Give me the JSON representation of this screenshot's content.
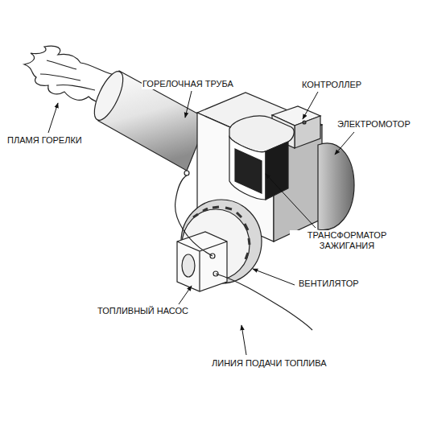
{
  "diagram": {
    "labels": [
      "ГОРЕЛОЧНАЯ ТРУБА",
      "КОНТРОЛЛЕР",
      "ПЛАМЯ ГОРЕЛКИ",
      "ЭЛЕКТРОМОТОР",
      "ТРАНСФОРМАТОР ЗАЖИГАНИЯ",
      "ВЕНТИЛЯТОР",
      "ТОПЛИВНЫЙ НАСОС",
      "ЛИНИЯ ПОДАЧИ ТОПЛИВА"
    ]
  }
}
